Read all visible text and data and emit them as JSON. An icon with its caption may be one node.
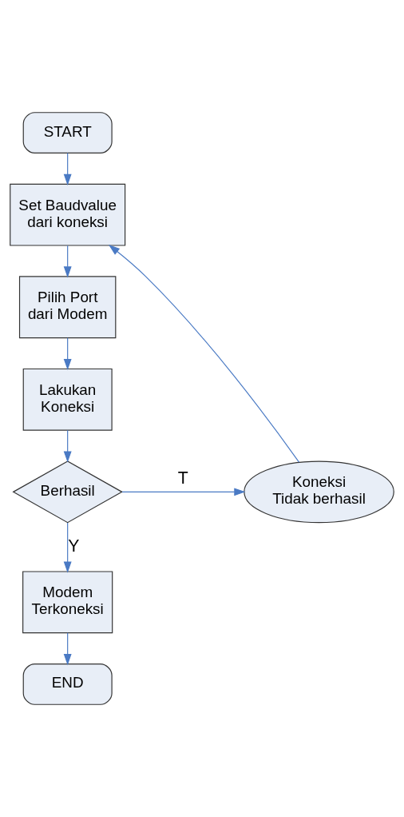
{
  "diagram": {
    "nodes": [
      {
        "text": [
          "START"
        ]
      },
      {
        "text": [
          "Set Baudvalue dari koneksi"
        ]
      },
      {
        "text": [
          "Pilih Port dari Modem"
        ]
      },
      {
        "text": [
          "Lakukan Koneksi"
        ]
      },
      {
        "text": [
          "Berhasil"
        ]
      },
      {
        "text": [
          "Koneksi Tidak berhasil"
        ]
      },
      {
        "text": [
          "Modem Terkoneksi"
        ]
      },
      {
        "text": [
          "END"
        ]
      }
    ],
    "edges": [
      {
        "from": 0,
        "to": 1,
        "arrow": "to"
      },
      {
        "from": 1,
        "to": 2,
        "arrow": "to"
      },
      {
        "from": 2,
        "to": 3,
        "arrow": "to"
      },
      {
        "from": 3,
        "to": 4,
        "arrow": "to"
      },
      {
        "from": 4,
        "to": 5,
        "arrow": "to",
        "label": "T"
      },
      {
        "from": 5,
        "to": 1,
        "arrow": "to"
      },
      {
        "from": 4,
        "to": 6,
        "arrow": "to",
        "label": "Y"
      },
      {
        "from": 6,
        "to": 7,
        "arrow": "to"
      }
    ]
  }
}
